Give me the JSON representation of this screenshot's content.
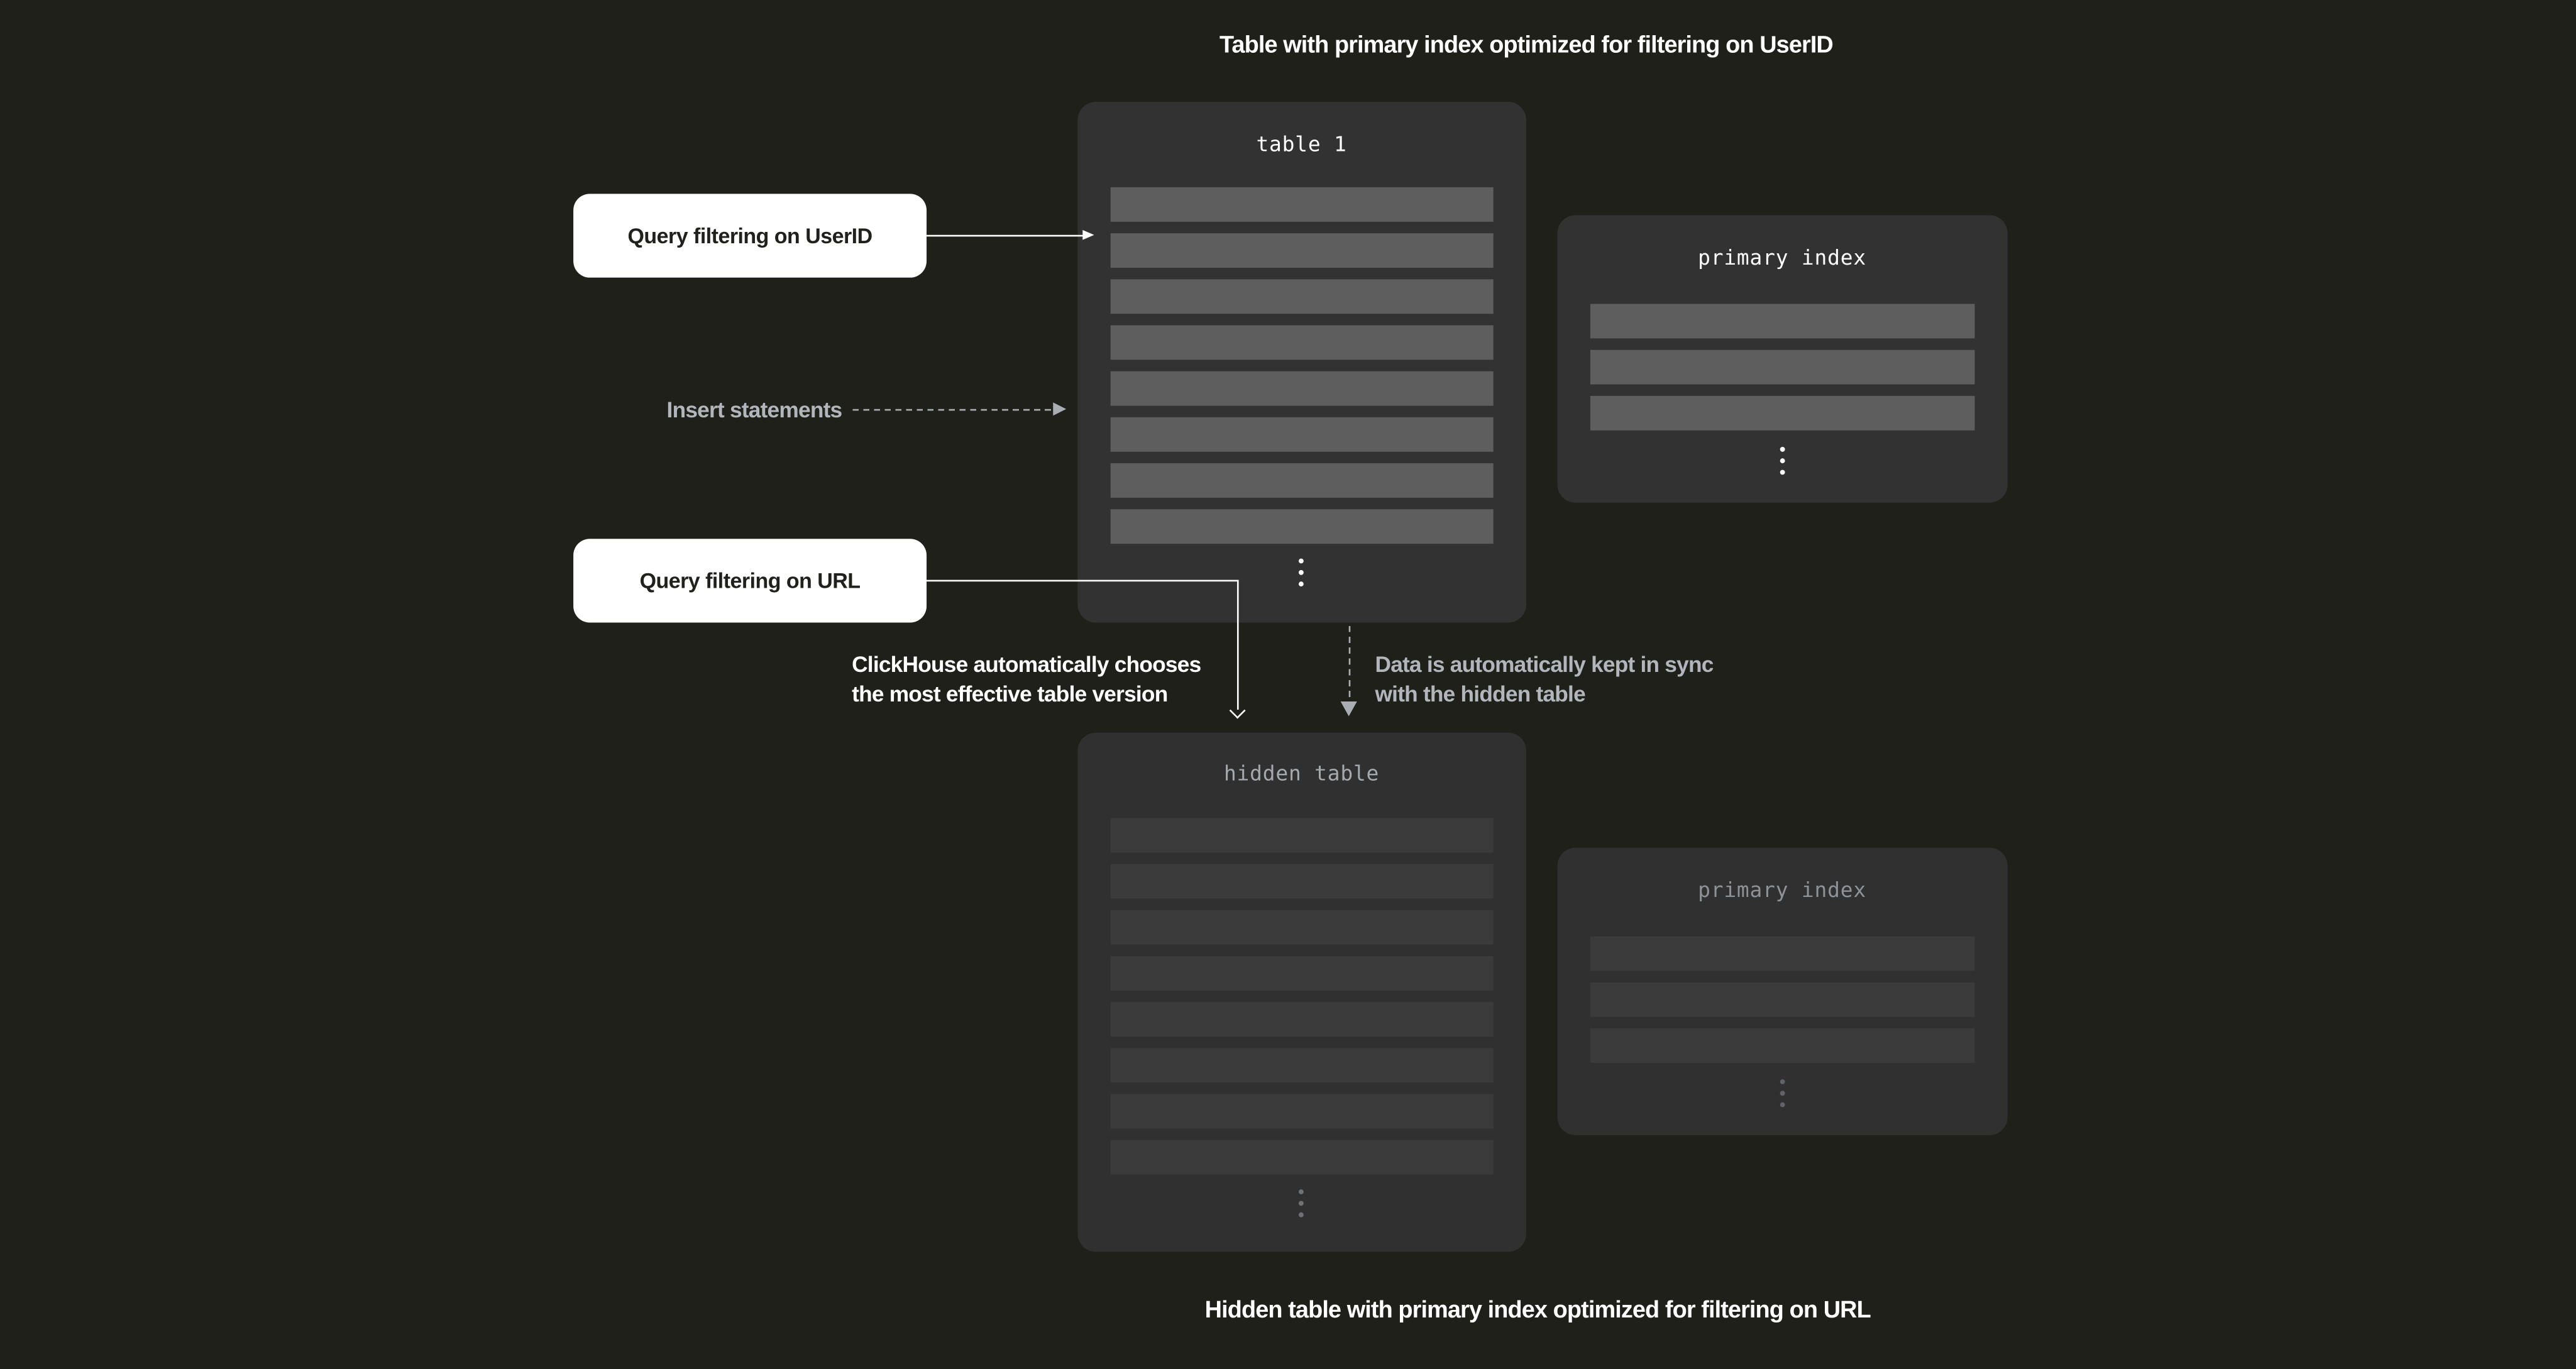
{
  "captions": {
    "top": "Table with primary index optimized for filtering on UserID",
    "bottom": "Hidden table with primary index optimized for filtering on URL"
  },
  "boxes": {
    "table1": {
      "title": "table 1",
      "rows": 8
    },
    "primary_index_top": {
      "title": "primary index",
      "rows": 3
    },
    "hidden_table": {
      "title": "hidden table",
      "rows": 8
    },
    "primary_index_bottom": {
      "title": "primary index",
      "rows": 3
    }
  },
  "labels": {
    "query_userid": "Query filtering on UserID",
    "query_url": "Query filtering on URL"
  },
  "annotations": {
    "insert_statements": "Insert statements",
    "chooses_line1": "ClickHouse automatically chooses",
    "chooses_line2": "the most effective table version",
    "sync_line1": "Data is automatically kept in sync",
    "sync_line2": "with the hidden table"
  },
  "colors": {
    "background": "#1f201a",
    "box": "#323232",
    "box-dim": "#303030",
    "row-bright": "#5e5e5e",
    "row-dim": "#3b3b3b",
    "white": "#ffffff",
    "gray-text": "#b2b6bc",
    "hidden-title": "#a5a9ae",
    "dim-title": "#8e9297",
    "dash": "#a9aeb5",
    "label-bg": "#ffffff",
    "label-text": "#20211c"
  }
}
